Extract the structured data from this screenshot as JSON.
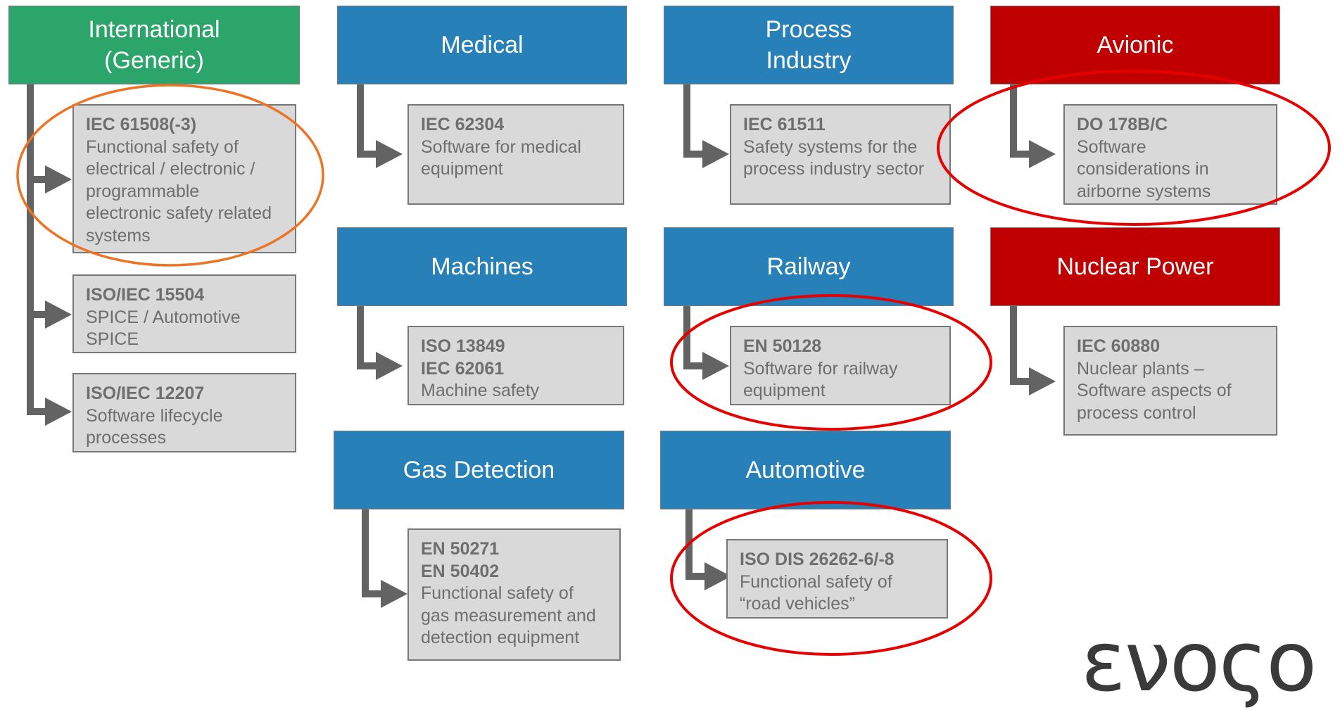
{
  "categories": {
    "international": {
      "title": "International\n(Generic)",
      "color": "#2ba56a"
    },
    "medical": {
      "title": "Medical",
      "color": "#2880b9"
    },
    "process": {
      "title": "Process\nIndustry",
      "color": "#2880b9"
    },
    "avionic": {
      "title": "Avionic",
      "color": "#c00000"
    },
    "machines": {
      "title": "Machines",
      "color": "#2880b9"
    },
    "railway": {
      "title": "Railway",
      "color": "#2880b9"
    },
    "nuclear": {
      "title": "Nuclear Power",
      "color": "#c00000"
    },
    "gas": {
      "title": "Gas Detection",
      "color": "#2880b9"
    },
    "automotive": {
      "title": "Automotive",
      "color": "#2880b9"
    }
  },
  "standards": {
    "iec61508": {
      "code": "IEC 61508(-3)",
      "desc": "Functional safety of\nelectrical / electronic /\nprogrammable\nelectronic safety related\nsystems"
    },
    "iso15504": {
      "code": "ISO/IEC 15504",
      "desc": "SPICE / Automotive\nSPICE"
    },
    "iso12207": {
      "code": "ISO/IEC 12207",
      "desc": "Software lifecycle\nprocesses"
    },
    "iec62304": {
      "code": "IEC 62304",
      "desc": "Software for medical\nequipment"
    },
    "iec61511": {
      "code": "IEC 61511",
      "desc": "Safety systems for the\nprocess industry sector"
    },
    "do178": {
      "code": "DO 178B/C",
      "desc": "Software\nconsiderations in\nairborne systems"
    },
    "iso13849": {
      "code": "ISO 13849\nIEC 62061",
      "desc": "Machine safety"
    },
    "en50128": {
      "code": "EN 50128",
      "desc": "Software for railway\nequipment"
    },
    "iec60880": {
      "code": "IEC 60880",
      "desc": "Nuclear plants –\nSoftware aspects of\nprocess control"
    },
    "en50271": {
      "code": "EN 50271\nEN 50402",
      "desc": "Functional safety of\ngas measurement and\ndetection equipment"
    },
    "iso26262": {
      "code": "ISO DIS 26262-6/-8",
      "desc": "Functional safety of\n“road vehicles”"
    }
  },
  "colors": {
    "connector": "#636363",
    "card_bg": "#d9d9d9",
    "highlight_orange": "#ed7424",
    "highlight_red": "#e60000"
  },
  "logo": {
    "text": "ενοςο",
    "icon": "company-logo-icon"
  }
}
